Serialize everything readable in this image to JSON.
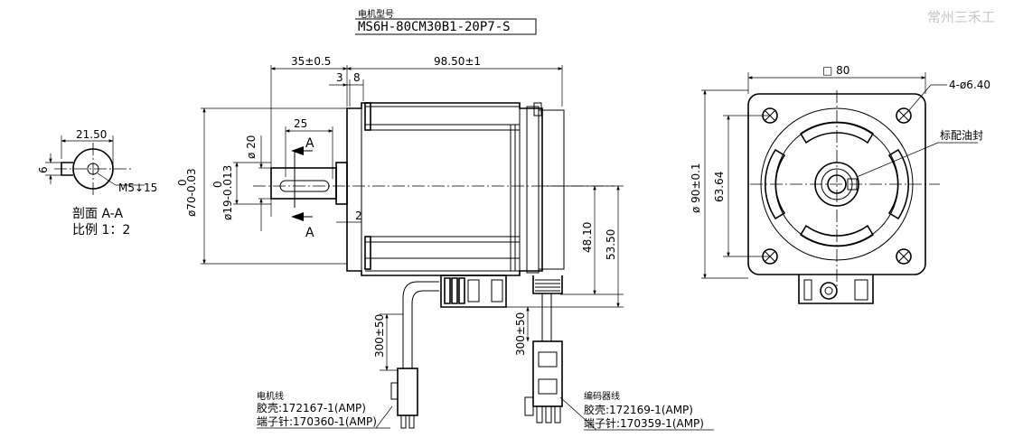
{
  "header": {
    "caption": "电机型号",
    "model": "MS6H-80CM30B1-20P7-S"
  },
  "watermark": "常州三禾工",
  "section_view": {
    "width_dim": "21.50",
    "key_dim": "6",
    "thread_dim": "M5↓15",
    "title": "剖面 A-A",
    "scale": "比例 1：2"
  },
  "side_view": {
    "shaft_len_dim": "35±0.5",
    "body_len_dim": "98.50±1",
    "dim_3": "3",
    "dim_8": "8",
    "key_len_dim": "25",
    "shaft_dia_dim": "ø 20",
    "key_dia_dim": "ø19-0.013",
    "key_dia_tol": "0",
    "pilot_dia_dim": "ø70-0.03",
    "pilot_dia_tol": "0",
    "section_mark": "A",
    "dim_2": "2",
    "conn_h1_dim": "48.10",
    "conn_h2_dim": "53.50",
    "cable1_len": "300±50",
    "cable2_len": "300±50"
  },
  "front_view": {
    "flange_dim": "□ 80",
    "holes_dim": "4-ø6.40",
    "seal_label": "标配油封",
    "pcd_dim": "ø 90±0.1",
    "hole_pitch_dim": "63.64"
  },
  "motor_cable": {
    "title": "电机线",
    "housing": "胶壳:172167-1(AMP)",
    "terminal": "端子针:170360-1(AMP)"
  },
  "encoder_cable": {
    "title": "编码器线",
    "housing": "胶壳:172169-1(AMP)",
    "terminal": "端子针:170359-1(AMP)"
  }
}
